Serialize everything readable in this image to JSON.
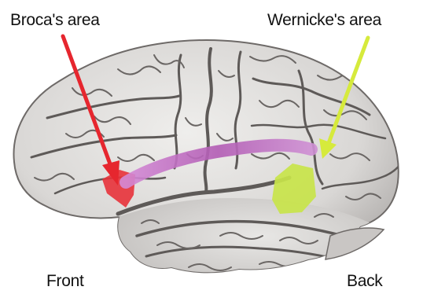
{
  "labels": {
    "broca": "Broca's area",
    "wernicke": "Wernicke's area",
    "front": "Front",
    "back": "Back"
  },
  "colors": {
    "broca_region": "#e8323a",
    "broca_arrow": "#e6262e",
    "wernicke_region": "#c8e44a",
    "wernicke_arrow": "#d6ea3c",
    "pathway": "#c46bc4",
    "brain_fill": "#d8d6d4",
    "brain_groove": "#5e5a58"
  },
  "icons": {
    "brain": "brain-illustration",
    "broca_arrow": "arrow-icon",
    "wernicke_arrow": "arrow-icon"
  }
}
